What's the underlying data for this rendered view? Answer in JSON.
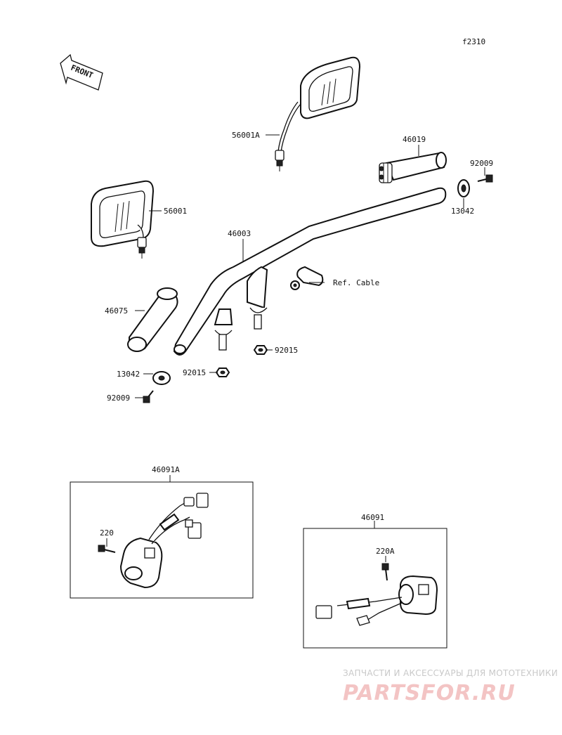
{
  "figure_code": "f2310",
  "front_label": "FRONT",
  "parts": [
    {
      "id": "56001A"
    },
    {
      "id": "56001"
    },
    {
      "id": "46019"
    },
    {
      "id": "92009"
    },
    {
      "id": "13042"
    },
    {
      "id": "46003"
    },
    {
      "id": "Ref. Cable"
    },
    {
      "id": "46075"
    },
    {
      "id": "92015"
    },
    {
      "id": "92015"
    },
    {
      "id": "13042"
    },
    {
      "id": "92009"
    },
    {
      "id": "46091A"
    },
    {
      "id": "220"
    },
    {
      "id": "46091"
    },
    {
      "id": "220A"
    }
  ],
  "watermark": {
    "subtitle": "ЗАПЧАСТИ И АКСЕССУАРЫ ДЛЯ МОТОТЕХНИКИ",
    "logo": "PARTSFOR.RU"
  }
}
